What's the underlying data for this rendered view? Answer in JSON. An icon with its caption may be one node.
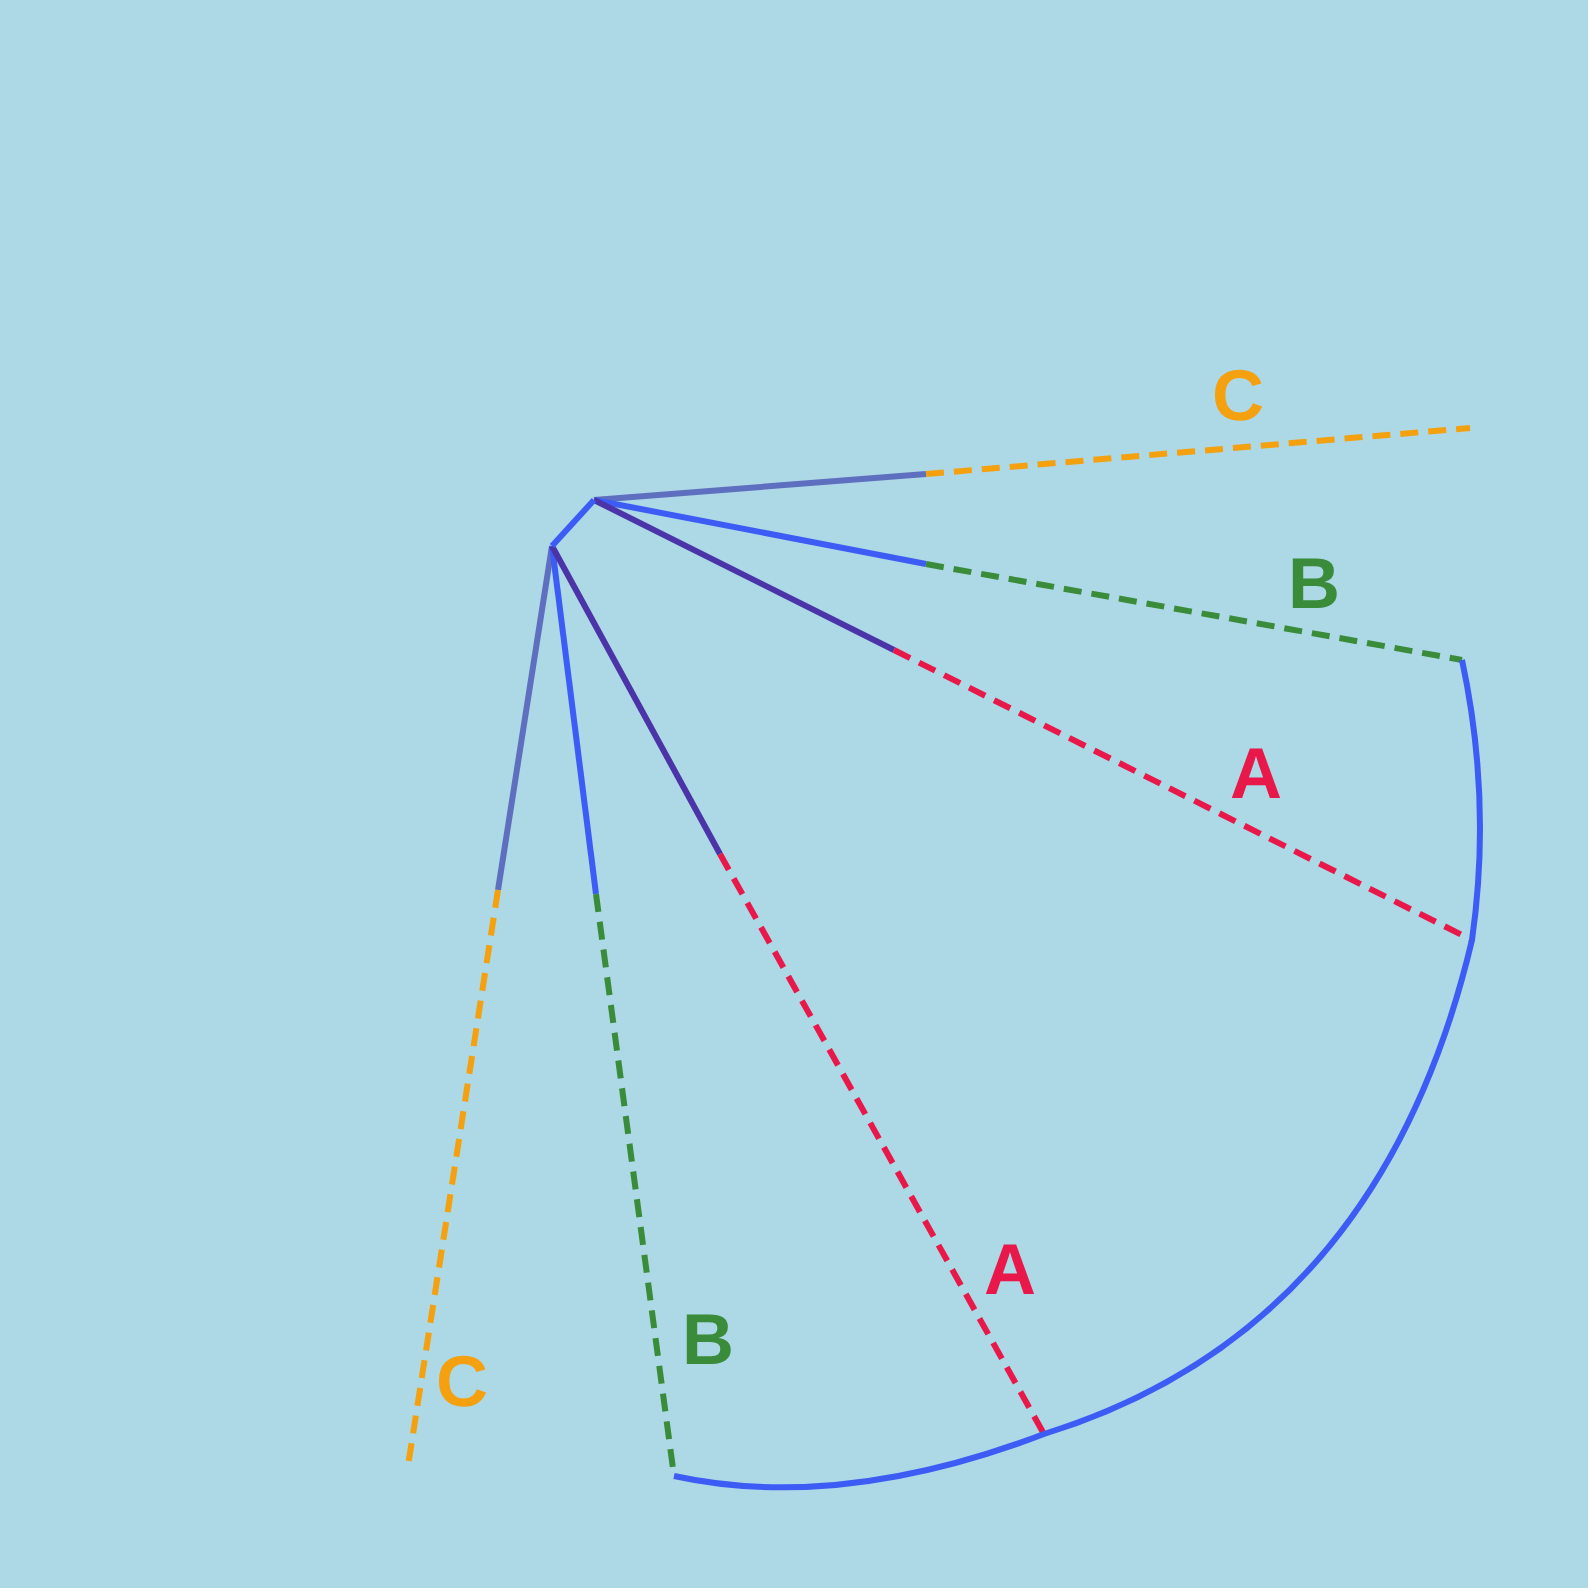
{
  "diagram": {
    "labels": [
      "C",
      "B",
      "A",
      "A",
      "B",
      "C"
    ]
  }
}
